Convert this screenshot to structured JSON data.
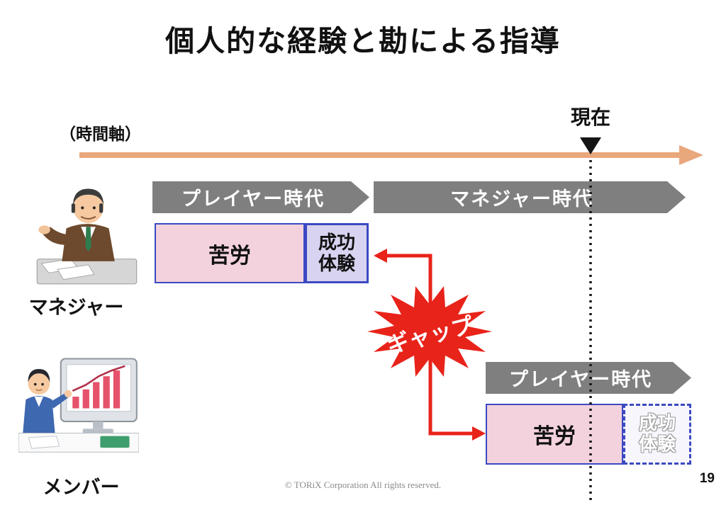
{
  "title": "個人的な経験と勘による指導",
  "axis": {
    "time_label": "（時間軸）",
    "now_label": "現在"
  },
  "manager_row": {
    "label": "マネジャー",
    "banners": [
      {
        "label": "プレイヤー時代"
      },
      {
        "label": "マネジャー時代"
      }
    ],
    "hardship_label": "苦労",
    "success_line1": "成功",
    "success_line2": "体験"
  },
  "member_row": {
    "label": "メンバー",
    "banner_label": "プレイヤー時代",
    "hardship_label": "苦労",
    "success_line1": "成功",
    "success_line2": "体験"
  },
  "gap_label": "ギャップ",
  "footer": {
    "copyright": "© TORiX Corporation All rights reserved.",
    "page_number": "19"
  },
  "icons": {
    "now_marker": "down-triangle-icon",
    "time_axis": "right-arrow-axis",
    "gap_shape": "starburst",
    "manager_illustration": "manager-at-desk-clipart",
    "member_illustration": "member-presenting-chart-clipart"
  },
  "colors": {
    "axis_orange": "#e9a77c",
    "banner_gray": "#7f7f7f",
    "box_pink": "#f3d2de",
    "box_lavender": "#d8d3f0",
    "border_blue": "#3b49c1",
    "accent_red": "#e8231a",
    "text_black": "#111111",
    "outline_gray": "#9a9a9a"
  }
}
